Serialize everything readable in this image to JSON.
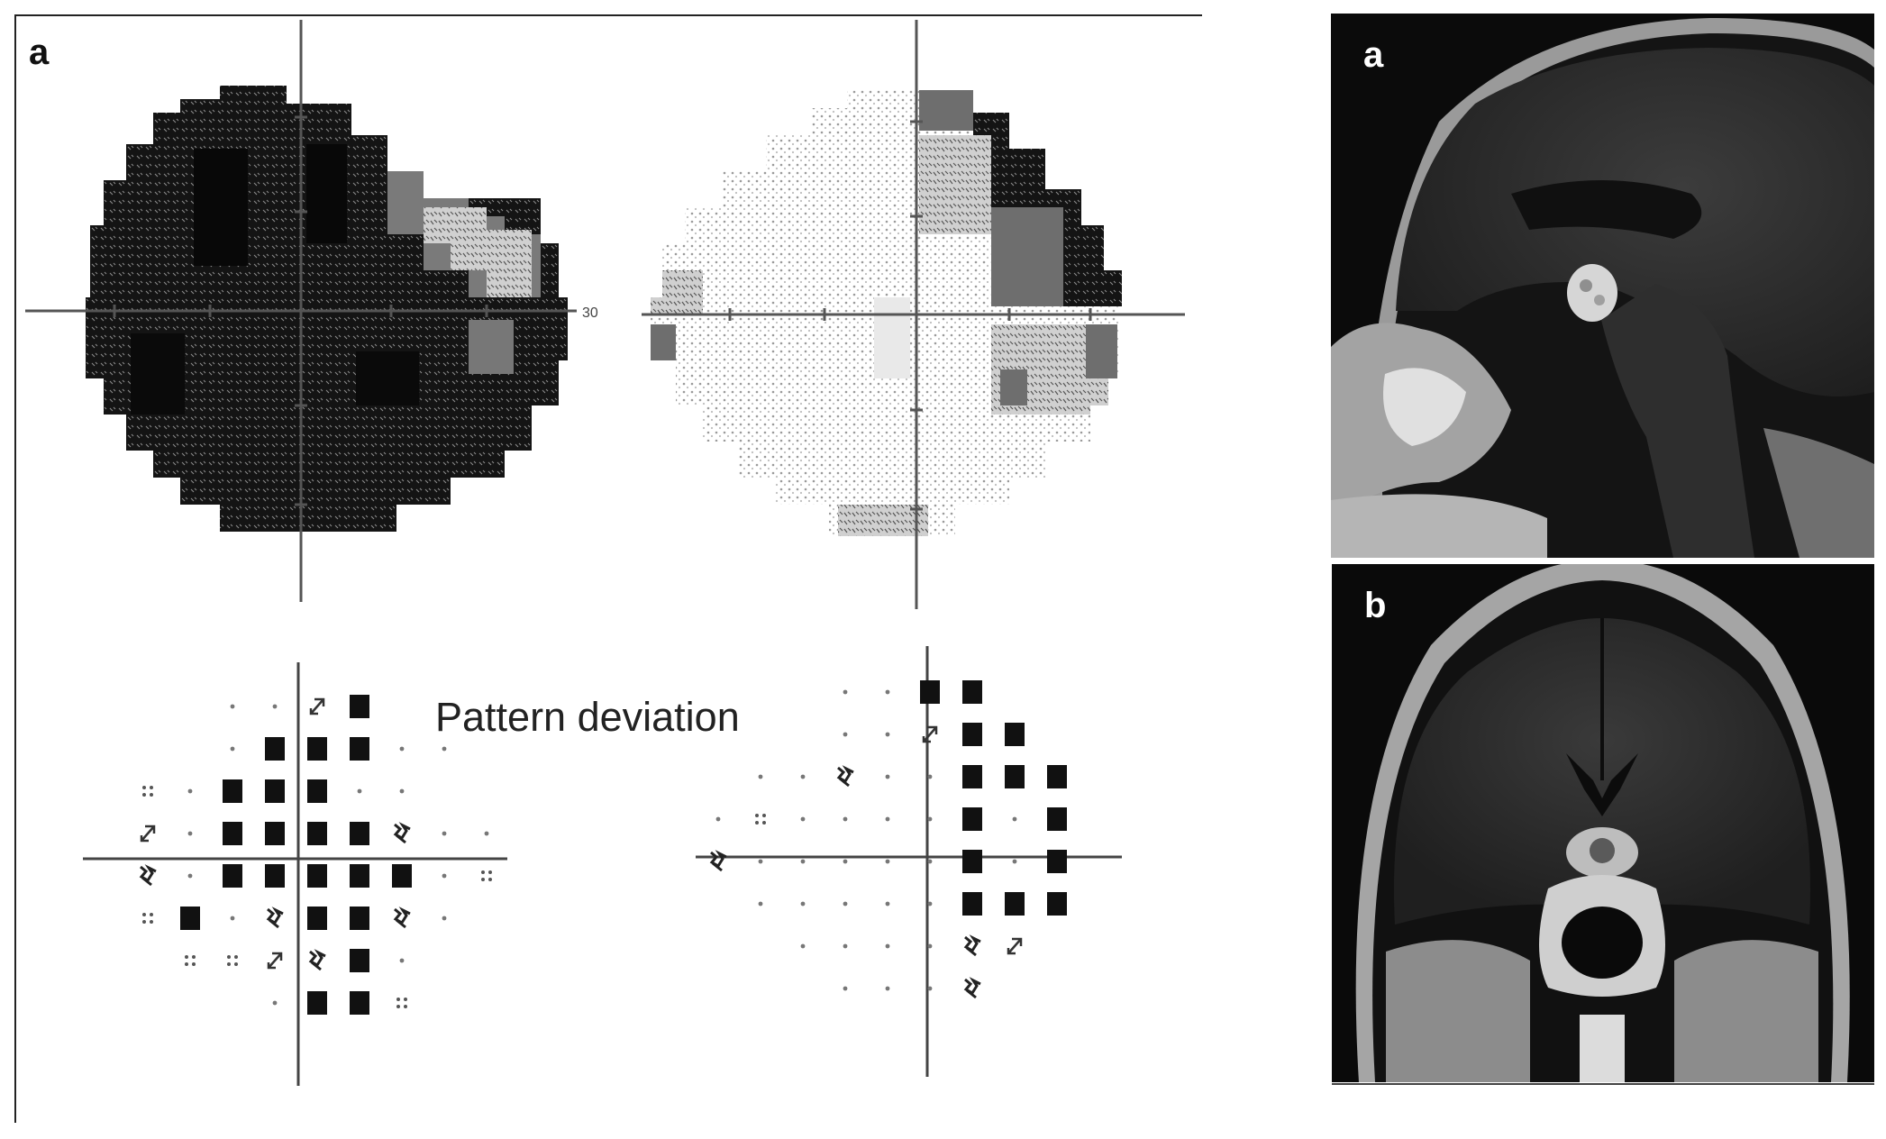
{
  "figure": {
    "left_panel_label": "a",
    "pattern_deviation_label": "Pattern deviation",
    "axis_tick_label": "30"
  },
  "mri": {
    "sagittal_label": "a",
    "coronal_label": "b"
  },
  "colors": {
    "defect_black": "#111111",
    "relative_gray": "#6e6e6e",
    "normal_light": "#d8d8d8",
    "axis": "#555555"
  }
}
